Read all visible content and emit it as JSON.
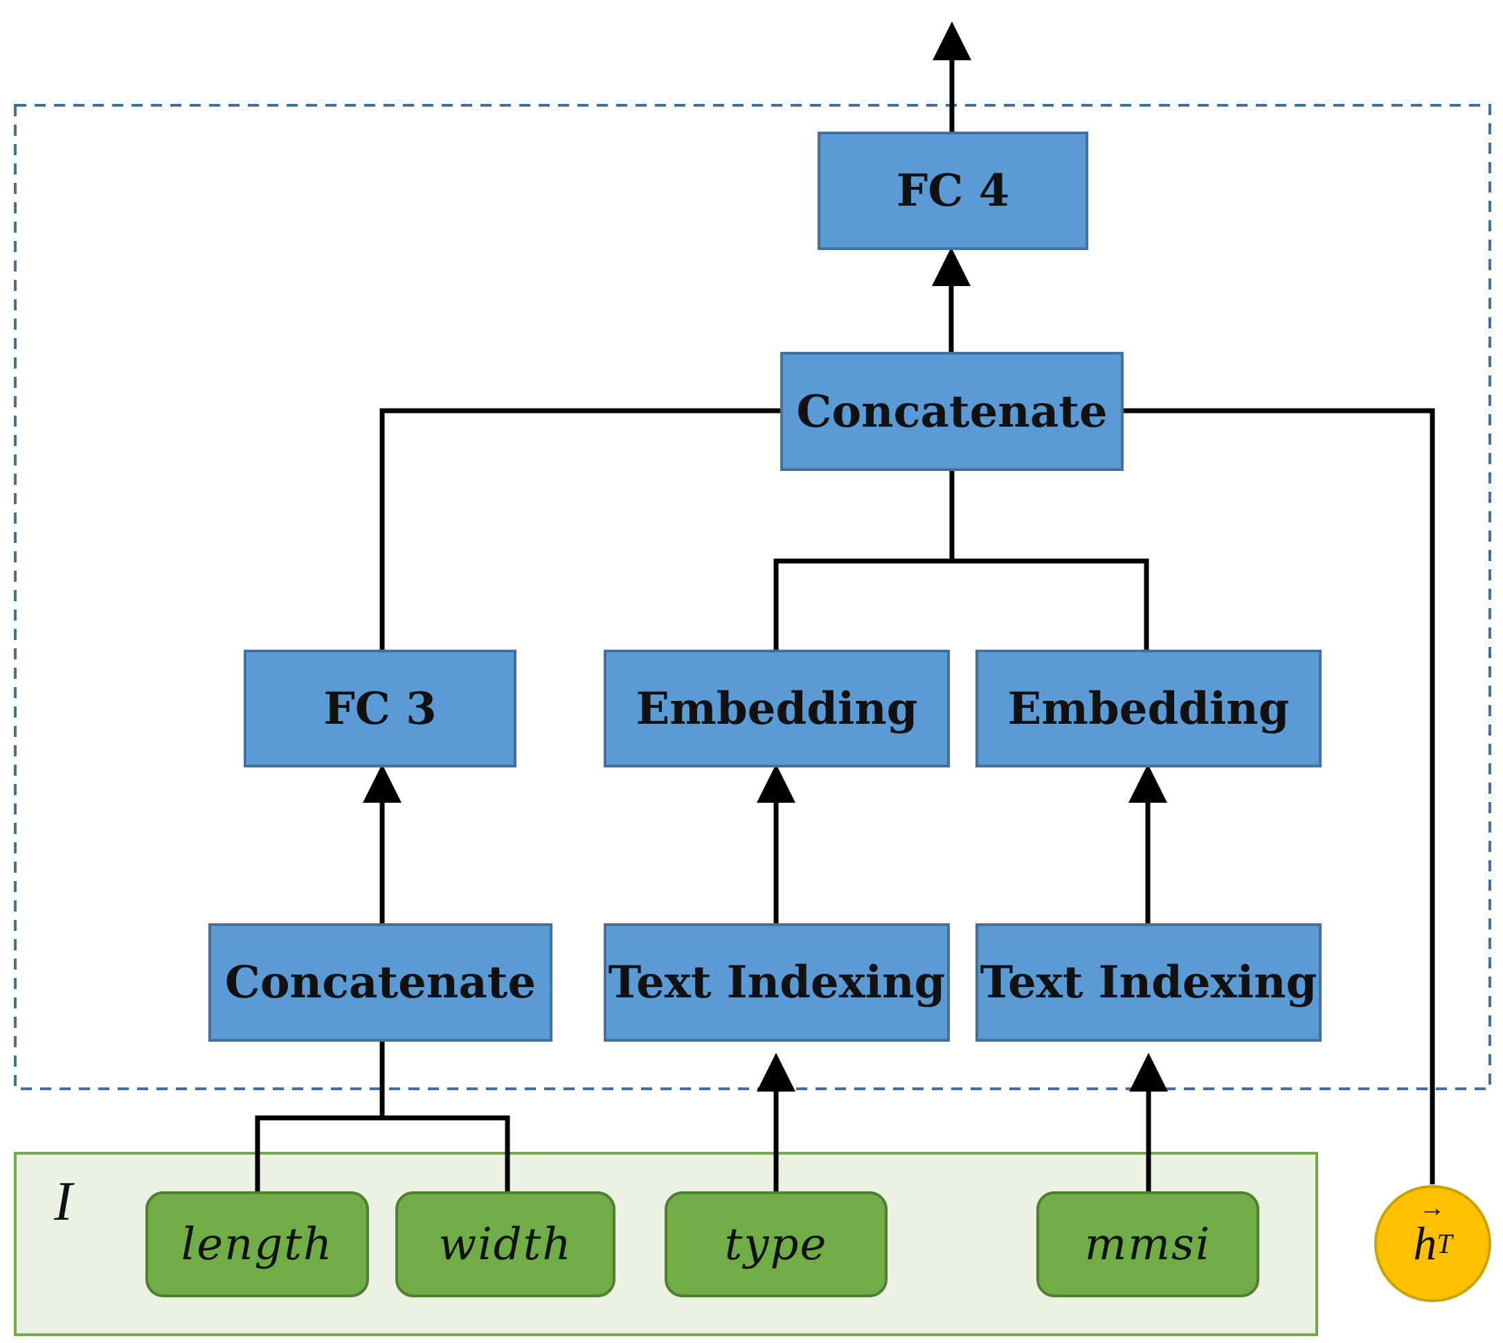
{
  "colors": {
    "block_fill": "#5b9bd5",
    "block_border": "#41719c",
    "input_fill": "#70ad47",
    "input_border": "#507e32",
    "group_fill": "#ebf1e3",
    "group_border": "#71ad47",
    "circle_fill": "#ffc000",
    "dashed_border": "#41719c",
    "arrow": "#000000"
  },
  "blocks": {
    "fc4": "FC 4",
    "concat_top": "Concatenate",
    "fc3": "FC 3",
    "embedding_1": "Embedding",
    "embedding_2": "Embedding",
    "concat_bottom": "Concatenate",
    "text_indexing_1": "Text Indexing",
    "text_indexing_2": "Text Indexing"
  },
  "input_group": {
    "label": "I",
    "items": [
      "length",
      "width",
      "type",
      "mmsi"
    ]
  },
  "hidden_state": {
    "symbol": "h",
    "subscript": "T",
    "icon": "vector-arrow-icon"
  }
}
